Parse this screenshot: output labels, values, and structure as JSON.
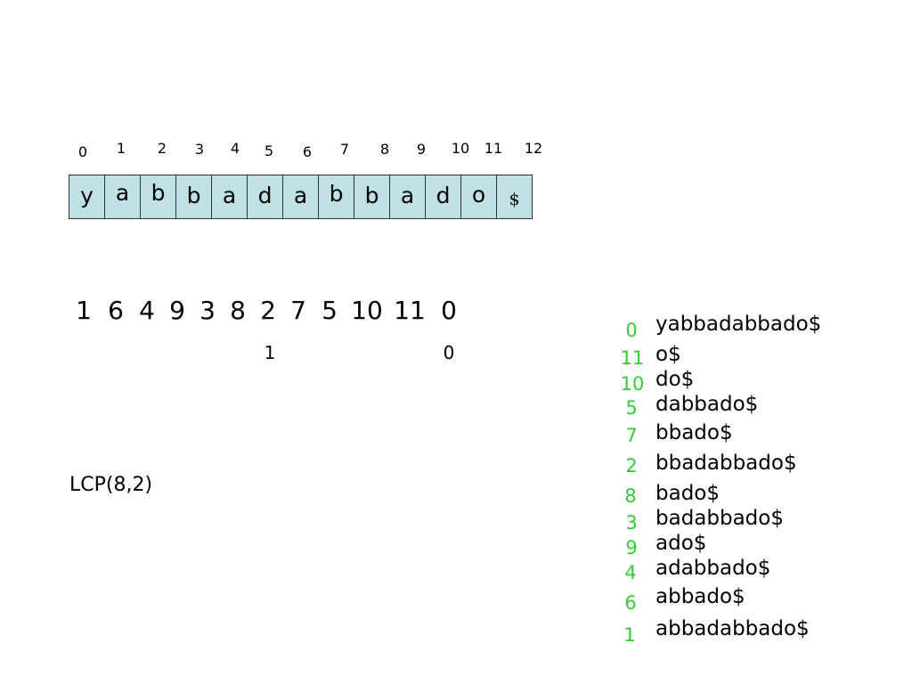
{
  "colors": {
    "cell_fill": "#bfe0e4",
    "cell_border": "#333333",
    "suffix_index": "#33cc33",
    "text": "#000000"
  },
  "indices": [
    "0",
    "1",
    "2",
    "3",
    "4",
    "5",
    "6",
    "7",
    "8",
    "9",
    "10",
    "11",
    "12"
  ],
  "string_chars": [
    "y",
    "a",
    "b",
    "b",
    "a",
    "d",
    "a",
    "b",
    "b",
    "a",
    "d",
    "o",
    "$"
  ],
  "suffix_array": [
    "1",
    "6",
    "4",
    "9",
    "3",
    "8",
    "2",
    "7",
    "5",
    "10",
    "11",
    "0"
  ],
  "lcp_values": [
    "1",
    "0"
  ],
  "lcp_label": "LCP(8,2)",
  "sorted_suffixes": [
    {
      "index": "0",
      "suffix": "yabbadabbado$"
    },
    {
      "index": "11",
      "suffix": "o$"
    },
    {
      "index": "10",
      "suffix": "do$"
    },
    {
      "index": "5",
      "suffix": "dabbado$"
    },
    {
      "index": "7",
      "suffix": "bbado$"
    },
    {
      "index": "2",
      "suffix": "bbadabbado$"
    },
    {
      "index": "8",
      "suffix": "bado$"
    },
    {
      "index": "3",
      "suffix": "badabbado$"
    },
    {
      "index": "9",
      "suffix": "ado$"
    },
    {
      "index": "4",
      "suffix": "adabbado$"
    },
    {
      "index": "6",
      "suffix": "abbado$"
    },
    {
      "index": "1",
      "suffix": "abbadabbado$"
    }
  ]
}
